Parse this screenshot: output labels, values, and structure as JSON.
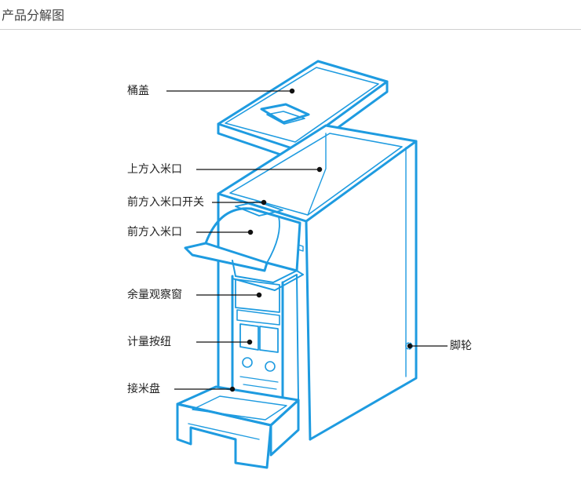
{
  "header": {
    "title": "产品分解图"
  },
  "colors": {
    "outline": "#1e9be0",
    "leader": "#111111",
    "rule": "#cfcfcf"
  },
  "callouts": {
    "lid": "桶盖",
    "top_inlet": "上方入米口",
    "front_inlet_switch": "前方入米口开关",
    "front_inlet": "前方入米口",
    "level_window": "余量观察窗",
    "measure_button": "计量按纽",
    "rice_tray": "接米盘",
    "caster": "脚轮"
  }
}
